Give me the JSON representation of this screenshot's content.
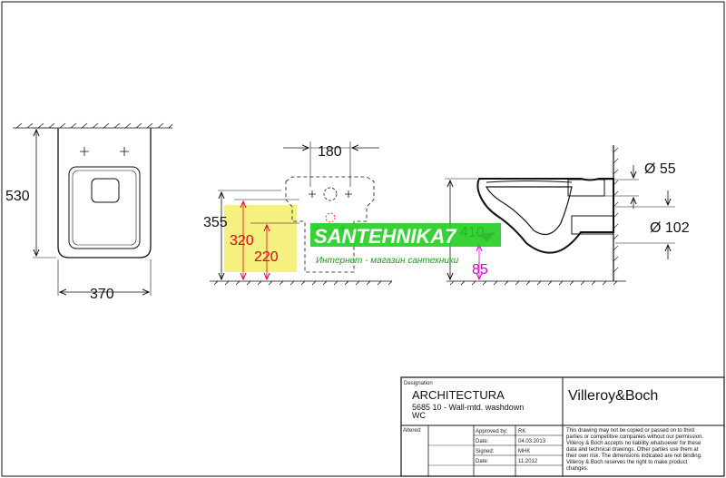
{
  "dimensions": {
    "top_width": "370",
    "top_depth": "530",
    "hole_spacing": "180",
    "height_355": "355",
    "height_320": "320",
    "height_220": "220",
    "side_height": "410",
    "outlet_height": "85",
    "pipe_55": "Ø 55",
    "pipe_102": "Ø 102"
  },
  "watermark": {
    "main": "SANTEHNIKA7",
    "sub": "Интернет - магазин сантехники"
  },
  "title_block": {
    "designation_label": "Designation",
    "product_name": "ARCHITECTURA",
    "product_desc_line1": "5685 10 - Wall-mtd. washdown",
    "product_desc_line2": "WC",
    "brand": "Villeroy&Boch",
    "altered_label": "Altered:",
    "approved_label": "Approved by:",
    "approved_value": "RK",
    "date_label": "Date:",
    "date_value": "04.03.2013",
    "signed_label": "Signed:",
    "signed_value": "MHK",
    "date2_label": "Date:",
    "date2_value": "11.2012",
    "disclaimer": [
      "This drawing may not be copied or passed on to third",
      "parties or competitive companies without our permission.",
      "Villeroy & Boch accepts no liability whatsoever for these",
      "data and technical drawings. Other parties use them at",
      "their own risk. The dimensions indicated are not binding.",
      "Villeroy & Boch reserves the right to make product",
      "changes."
    ]
  },
  "colors": {
    "line": "#111111",
    "red_dim": "#e3001b",
    "magenta_dim": "#d400c8",
    "green_band": "#22cc22",
    "yellow_highlight": "#f3ef6a"
  }
}
